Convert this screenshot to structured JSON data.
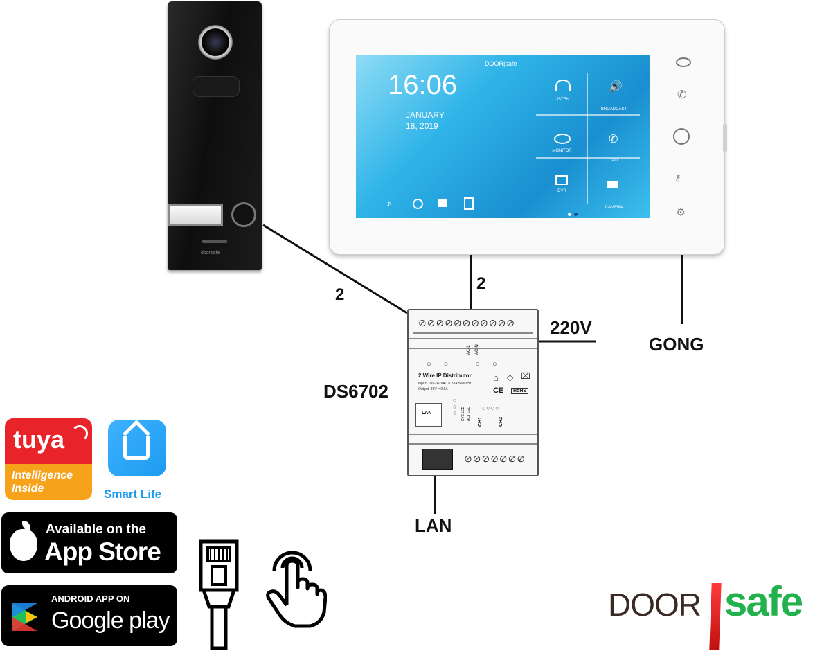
{
  "labels": {
    "wire_count_doorbell": "2",
    "wire_count_monitor": "2",
    "power": "220V",
    "gong": "GONG",
    "distributor_model": "DS6702",
    "lan": "LAN"
  },
  "monitor": {
    "logo_left": "DOOR",
    "logo_right": "safe",
    "time": "16:06",
    "month": "JANUARY",
    "date": "18, 2019",
    "tiles": [
      "LISTEN",
      "BROADCAST",
      "MONITOR",
      "CALL",
      "DVR",
      "CAMERA"
    ]
  },
  "distributor": {
    "title": "2 Wire IP Distributor",
    "input_spec": "Input: 100-240VAC 0.78A 50/60Hz",
    "output_spec": "Output: 36V = 0.8A",
    "ac_l": "AC-L",
    "ac_n": "AC-N",
    "lan_port": "LAN",
    "ce": "CE",
    "rohs": "RoHS",
    "ch1": "CH1",
    "ch2": "CH2",
    "sys_led": "SYS LED",
    "act_led": "ACT LED"
  },
  "doorbell": {
    "brand": "doorsafe"
  },
  "badges": {
    "tuya_name": "tuya",
    "tuya_tagline_1": "Intelligence",
    "tuya_tagline_2": "Inside",
    "smart_life": "Smart Life",
    "appstore_small": "Available on the",
    "appstore_big": "App Store",
    "googleplay_small": "ANDROID APP ON",
    "googleplay_big": "Google play"
  },
  "brand": {
    "door": "DOOR",
    "safe": "safe"
  },
  "colors": {
    "screen": "#2fb4e8",
    "tuya_red": "#e8242a",
    "tuya_orange": "#f6a21a",
    "smart_life_blue": "#1d9bf0",
    "brand_green": "#22b14c",
    "brand_red": "#e02020",
    "brand_dark": "#3a2a26"
  }
}
